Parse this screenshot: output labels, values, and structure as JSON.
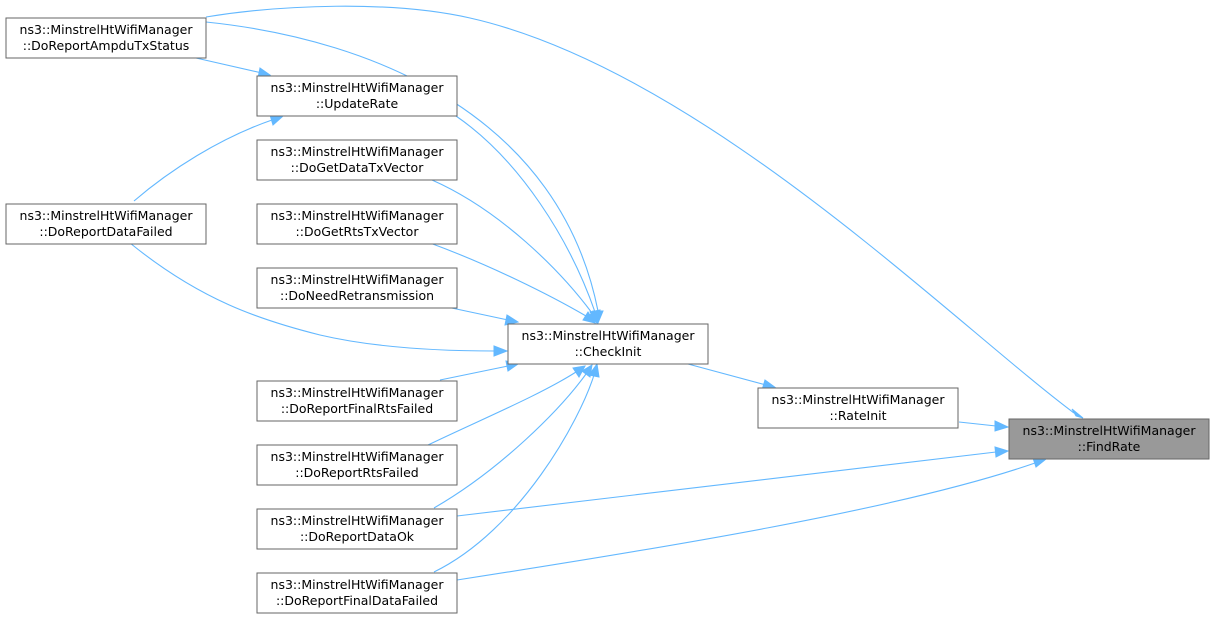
{
  "colors": {
    "edge": "#63b8ff",
    "node_border": "#666666",
    "node_fill": "#ffffff",
    "focus_fill": "#999999"
  },
  "nodes": {
    "doreportampdu": {
      "line1": "ns3::MinstrelHtWifiManager",
      "line2": "::DoReportAmpduTxStatus"
    },
    "updaterate": {
      "line1": "ns3::MinstrelHtWifiManager",
      "line2": "::UpdateRate"
    },
    "dogetdata": {
      "line1": "ns3::MinstrelHtWifiManager",
      "line2": "::DoGetDataTxVector"
    },
    "doreportdatafailed": {
      "line1": "ns3::MinstrelHtWifiManager",
      "line2": "::DoReportDataFailed"
    },
    "dogetrts": {
      "line1": "ns3::MinstrelHtWifiManager",
      "line2": "::DoGetRtsTxVector"
    },
    "doneedretrans": {
      "line1": "ns3::MinstrelHtWifiManager",
      "line2": "::DoNeedRetransmission"
    },
    "checkinit": {
      "line1": "ns3::MinstrelHtWifiManager",
      "line2": "::CheckInit"
    },
    "doreportfinalrts": {
      "line1": "ns3::MinstrelHtWifiManager",
      "line2": "::DoReportFinalRtsFailed"
    },
    "ratetinit": {
      "line1": "ns3::MinstrelHtWifiManager",
      "line2": "::RateInit"
    },
    "findrate": {
      "line1": "ns3::MinstrelHtWifiManager",
      "line2": "::FindRate"
    },
    "doreportrts": {
      "line1": "ns3::MinstrelHtWifiManager",
      "line2": "::DoReportRtsFailed"
    },
    "doreportdataok": {
      "line1": "ns3::MinstrelHtWifiManager",
      "line2": "::DoReportDataOk"
    },
    "doreportfinaldata": {
      "line1": "ns3::MinstrelHtWifiManager",
      "line2": "::DoReportFinalDataFailed"
    }
  }
}
